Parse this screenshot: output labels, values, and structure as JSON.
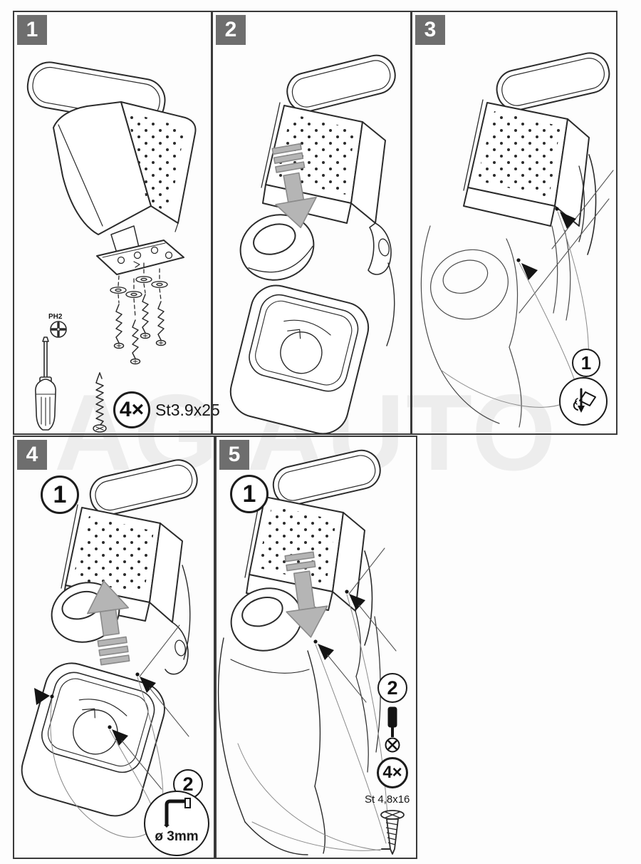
{
  "watermark": "AG AUTO",
  "colors": {
    "line": "#2b2b2b",
    "badge_bg": "#6e6e6e",
    "badge_text": "#ffffff",
    "arrow_fill": "#b5b5b5",
    "arrow_stroke": "#8a8a8a",
    "watermark": "#ededed"
  },
  "steps": {
    "s1": {
      "badge": "1",
      "tool": "PH2",
      "qty": "4×",
      "spec": "St3.9x25"
    },
    "s2": {
      "badge": "2"
    },
    "s3": {
      "badge": "3",
      "callout1": "1"
    },
    "s4": {
      "badge": "4",
      "callout1": "1",
      "callout2": "2",
      "drill": "ø 3mm"
    },
    "s5": {
      "badge": "5",
      "callout1": "1",
      "callout2": "2",
      "qty": "4×",
      "spec": "St 4,8x16"
    }
  }
}
